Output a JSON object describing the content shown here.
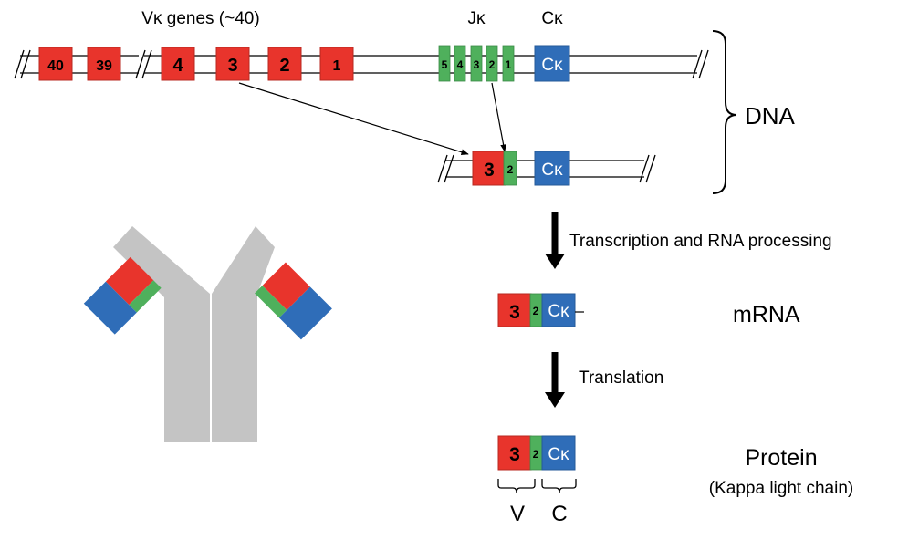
{
  "colors": {
    "v_gene": "#e8342c",
    "j_gene": "#4fb05c",
    "c_gene": "#2f6db8",
    "antibody": "#c4c4c4",
    "line": "#000000"
  },
  "labels": {
    "v_genes": "Vκ genes (~40)",
    "j_header": "Jκ",
    "c_header": "Cκ",
    "dna": "DNA",
    "transcription": "Transcription and RNA processing",
    "mrna": "mRNA",
    "translation": "Translation",
    "protein": "Protein",
    "protein_sub": "(Kappa light chain)",
    "v": "V",
    "c": "C"
  },
  "germline": {
    "v_genes": [
      "40",
      "39",
      "4",
      "3",
      "2",
      "1"
    ],
    "j_segments": [
      "5",
      "4",
      "3",
      "2",
      "1"
    ],
    "c_gene": "Cκ"
  },
  "rearranged": {
    "v": "3",
    "j": "2",
    "c": "Cκ"
  },
  "mrna": {
    "v": "3",
    "j": "2",
    "c": "Cκ"
  },
  "protein": {
    "v": "3",
    "j": "2",
    "c": "Cκ"
  }
}
